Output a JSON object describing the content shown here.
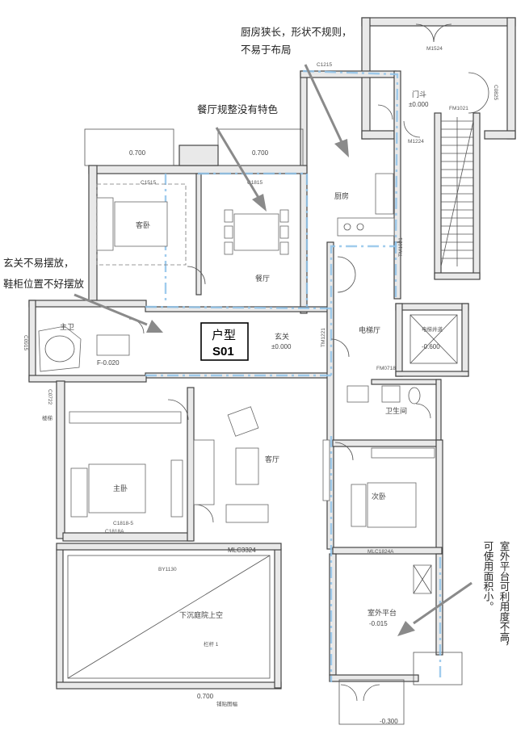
{
  "unit_box": {
    "title": "户型",
    "code": "S01"
  },
  "annotations": {
    "kitchen_note_line1": "厨房狭长，形状不规则，",
    "kitchen_note_line2": "不易于布局",
    "dining_note": "餐厅规整没有特色",
    "entry_note_line1": "玄关不易摆放，",
    "entry_note_line2": "鞋柜位置不好摆放",
    "terrace_note_col1": "室外平台可利用度不高，",
    "terrace_note_col2": "可使用面积小。"
  },
  "rooms": {
    "guest_bedroom": "客卧",
    "dining": "餐厅",
    "kitchen": "厨房",
    "entrance": "玄关",
    "entrance_level": "±0.000",
    "elevator_hall": "电梯厅",
    "living": "客厅",
    "master_bedroom": "主卧",
    "master_bath": "主卫",
    "master_bath_level": "F-0.020",
    "guest_bath": "卫生间",
    "study_bedroom": "次卧",
    "outdoor_terrace": "室外平台",
    "outdoor_terrace_level": "-0.015",
    "sunken_courtyard": "下沉庭院上空",
    "courtyard_mark": "栏杆 1",
    "elevator_shaft": "电梯井道",
    "elevator_level": "-0.600",
    "vestibule": "门斗",
    "vestibule_level": "±0.000",
    "top_level_left": "0.700",
    "top_level_right": "0.700",
    "bottom_level": "0.700",
    "bottom_right_level": "-0.300",
    "stair_label": "楼梯",
    "bottom_label": "铺贴图幅"
  },
  "codes": {
    "c1215": "C1215",
    "m1524": "M1524",
    "c0825": "C0825",
    "fm1021": "FM1021",
    "m1224": "M1224",
    "c1515": "C1515",
    "c1815": "C1815",
    "c0915": "C0915",
    "c0722": "C0722",
    "c1818a": "C1818A",
    "by1130": "BY1130",
    "mlc3324": "MLC3324",
    "mlc1824a": "MLC1824A",
    "tm1021": "TM1021",
    "tm1221": "TM1221",
    "fm0718": "FM0718",
    "c1818_5": "C1818-5"
  },
  "colors": {
    "wall": "#e9e9e9",
    "line": "#444444",
    "blue_trace": "#8fc3ea",
    "arrow": "#8a8a8a"
  }
}
